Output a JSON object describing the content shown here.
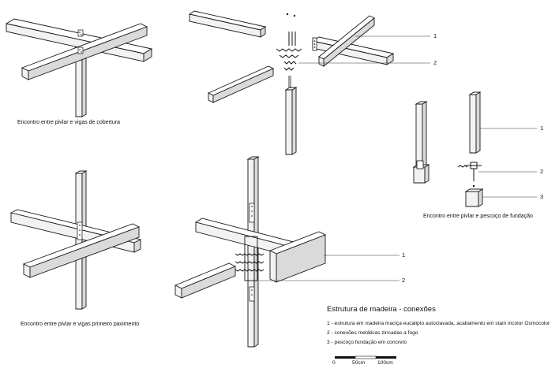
{
  "captions": {
    "roof": "Encontro entre pivlar e vigas de cobertura",
    "foundation": "Encontro entre pivlar e pescoço de fundação",
    "first_floor": "Encontro entre pivlar e vigas primeiro pavimento"
  },
  "callouts": {
    "roof_exploded": [
      "1",
      "2"
    ],
    "foundation_exploded": [
      "1",
      "2",
      "3"
    ],
    "floor_exploded": [
      "1",
      "2"
    ]
  },
  "legend": {
    "title": "Estrutura de madeira - conexões",
    "items": [
      "1 - estrutura em madeira maciça eucalipto autoclavada, acabamento em stain incolor Osmocolor",
      "2 - conexões metálicas zincadas a fogo",
      "3 - pescoço fundação em concreto"
    ]
  },
  "scale_bar": {
    "labels": [
      "0",
      "50cm",
      "100cm"
    ]
  }
}
